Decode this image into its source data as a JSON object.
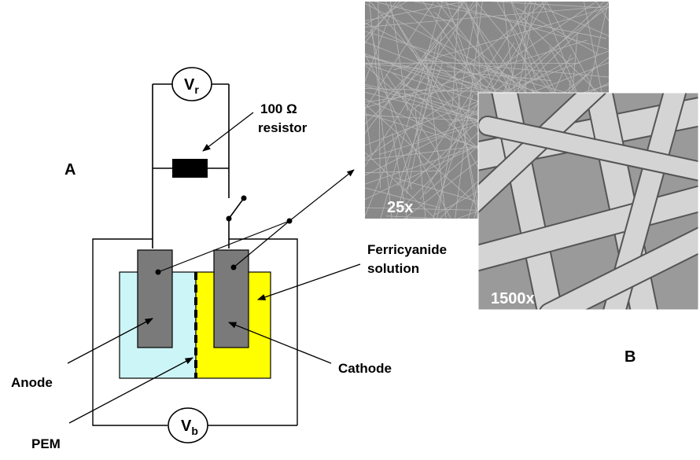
{
  "panels": {
    "a_label": "A",
    "b_label": "B"
  },
  "meters": {
    "vr_main": "V",
    "vr_sub": "r",
    "vb_main": "V",
    "vb_sub": "b"
  },
  "resistor": {
    "value": "100 Ω",
    "word": "resistor"
  },
  "labels": {
    "ferricyanide_1": "Ferricyanide",
    "ferricyanide_2": "solution",
    "anode": "Anode",
    "cathode": "Cathode",
    "pem": "PEM"
  },
  "micrographs": {
    "low_mag": "25x",
    "high_mag": "1500x"
  },
  "colors": {
    "anode_chamber": "#ccf5f7",
    "cathode_chamber": "#ffff00",
    "electrode": "#7a7a7a",
    "sem_low": "#8f8f8f",
    "sem_high": "#9a9a9a"
  }
}
